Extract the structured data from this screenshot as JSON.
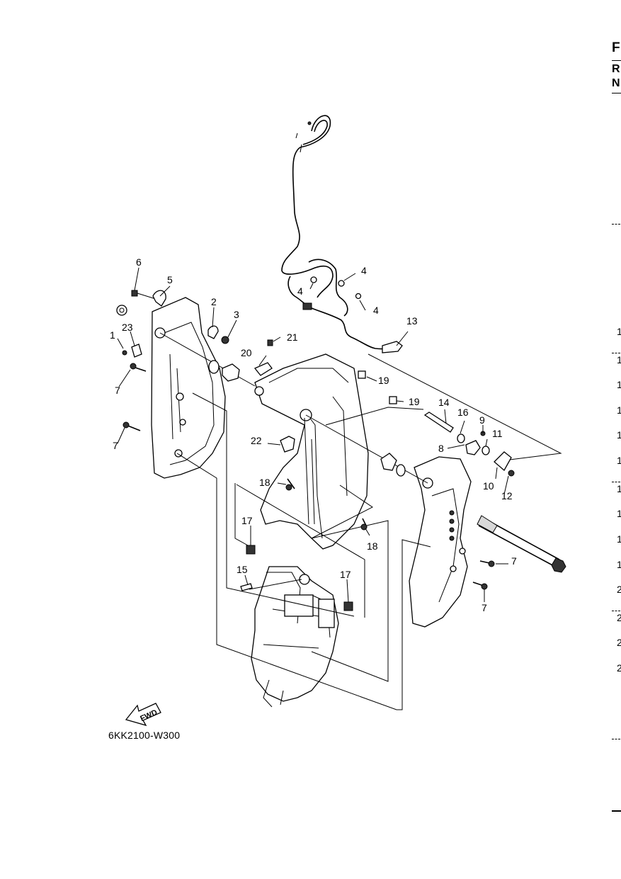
{
  "drawing_code": "6KK2100-W300",
  "fwd_label": "FWD",
  "right_edge": {
    "header_letters": [
      "F",
      "R",
      "N"
    ],
    "row_digits": [
      "1",
      "1",
      "1",
      "1",
      "1",
      "1",
      "1",
      "1",
      "1",
      "1",
      "2",
      "2",
      "2",
      "2"
    ]
  },
  "callouts": [
    {
      "id": "c1",
      "text": "1"
    },
    {
      "id": "c2",
      "text": "2"
    },
    {
      "id": "c3",
      "text": "3"
    },
    {
      "id": "c4a",
      "text": "4"
    },
    {
      "id": "c4b",
      "text": "4"
    },
    {
      "id": "c4c",
      "text": "4"
    },
    {
      "id": "c5",
      "text": "5"
    },
    {
      "id": "c6",
      "text": "6"
    },
    {
      "id": "c7a",
      "text": "7"
    },
    {
      "id": "c7b",
      "text": "7"
    },
    {
      "id": "c7c",
      "text": "7"
    },
    {
      "id": "c7d",
      "text": "7"
    },
    {
      "id": "c8",
      "text": "8"
    },
    {
      "id": "c9",
      "text": "9"
    },
    {
      "id": "c10",
      "text": "10"
    },
    {
      "id": "c11",
      "text": "11"
    },
    {
      "id": "c12",
      "text": "12"
    },
    {
      "id": "c13",
      "text": "13"
    },
    {
      "id": "c14",
      "text": "14"
    },
    {
      "id": "c15",
      "text": "15"
    },
    {
      "id": "c16",
      "text": "16"
    },
    {
      "id": "c17a",
      "text": "17"
    },
    {
      "id": "c17b",
      "text": "17"
    },
    {
      "id": "c18a",
      "text": "18"
    },
    {
      "id": "c18b",
      "text": "18"
    },
    {
      "id": "c19a",
      "text": "19"
    },
    {
      "id": "c19b",
      "text": "19"
    },
    {
      "id": "c20",
      "text": "20"
    },
    {
      "id": "c21",
      "text": "21"
    },
    {
      "id": "c22",
      "text": "22"
    },
    {
      "id": "c23",
      "text": "23"
    }
  ]
}
